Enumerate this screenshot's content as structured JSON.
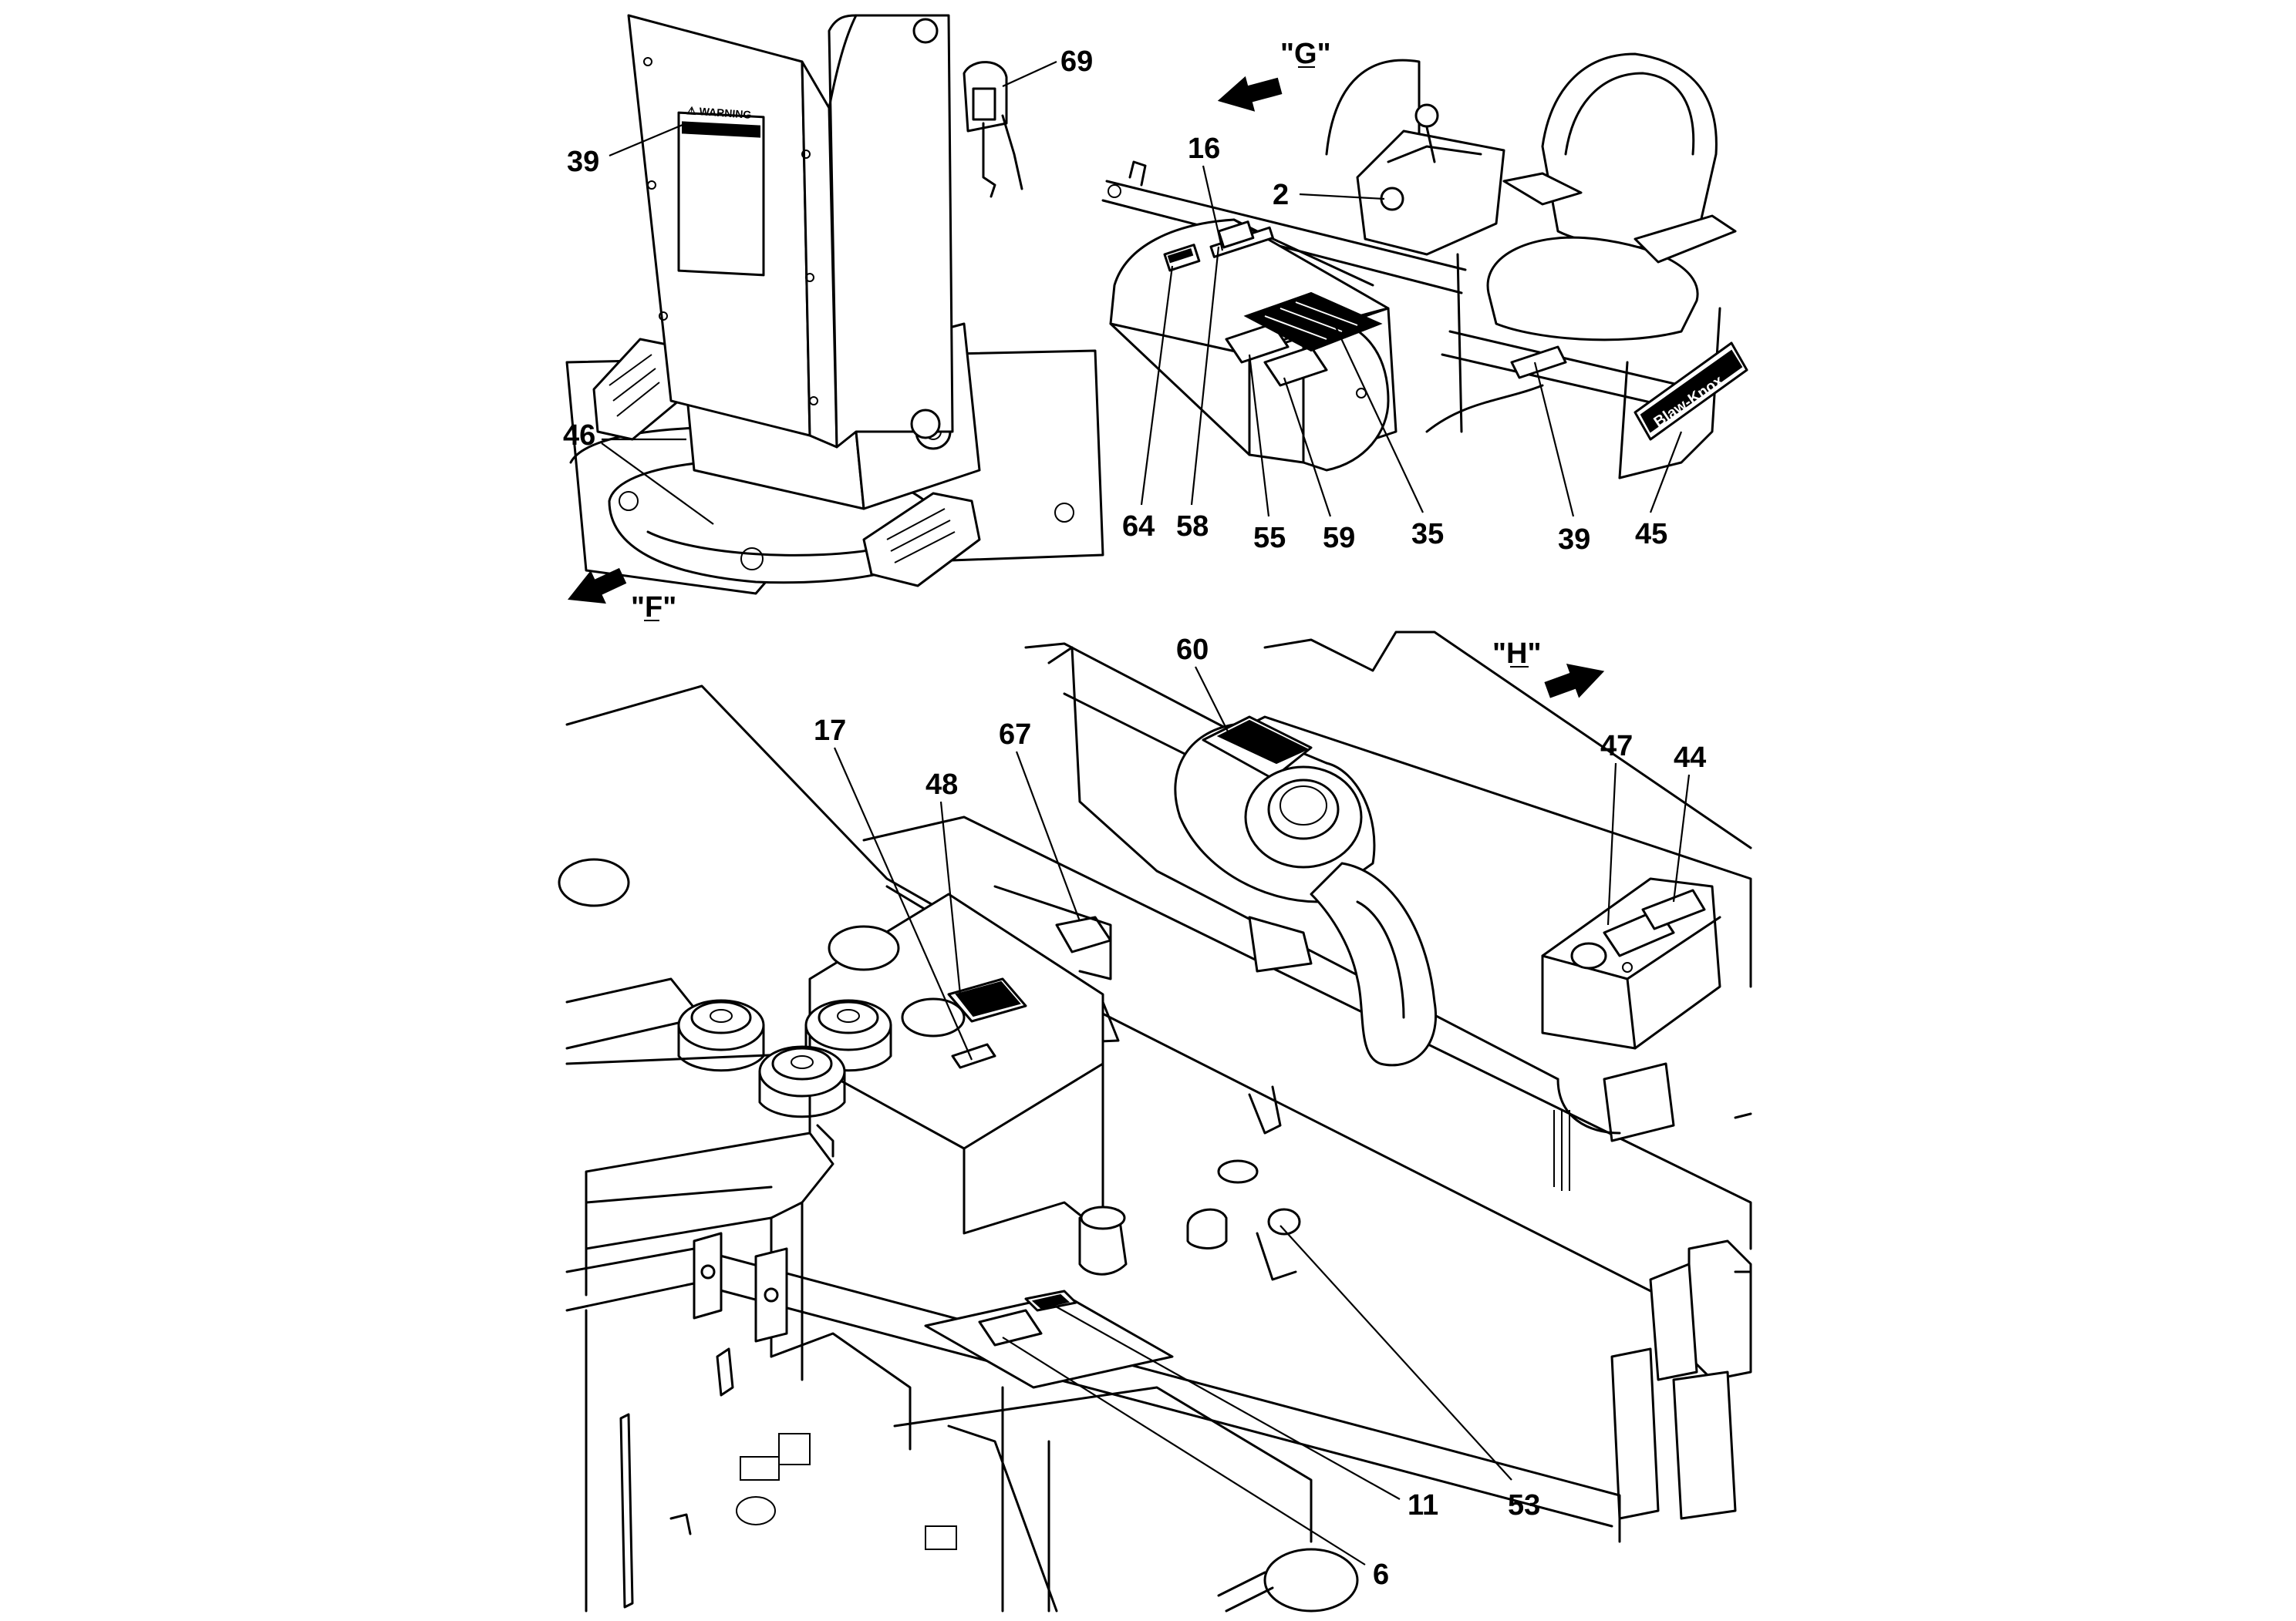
{
  "views": {
    "f": "\"F\"",
    "g": "\"G\"",
    "h": "\"H\""
  },
  "decal_texts": {
    "warning": "⚠ WARNING",
    "brand": "Blaw-Knox"
  },
  "callouts": {
    "c69": "69",
    "c39_top": "39",
    "c46": "46",
    "c16": "16",
    "c2": "2",
    "c64": "64",
    "c58": "58",
    "c55": "55",
    "c59": "59",
    "c35": "35",
    "c39_seat": "39",
    "c45": "45",
    "c60": "60",
    "c17": "17",
    "c48": "48",
    "c67": "67",
    "c47": "47",
    "c44": "44",
    "c11": "11",
    "c53": "53",
    "c6": "6"
  },
  "colors": {
    "ink": "#000000",
    "paper": "#ffffff"
  }
}
